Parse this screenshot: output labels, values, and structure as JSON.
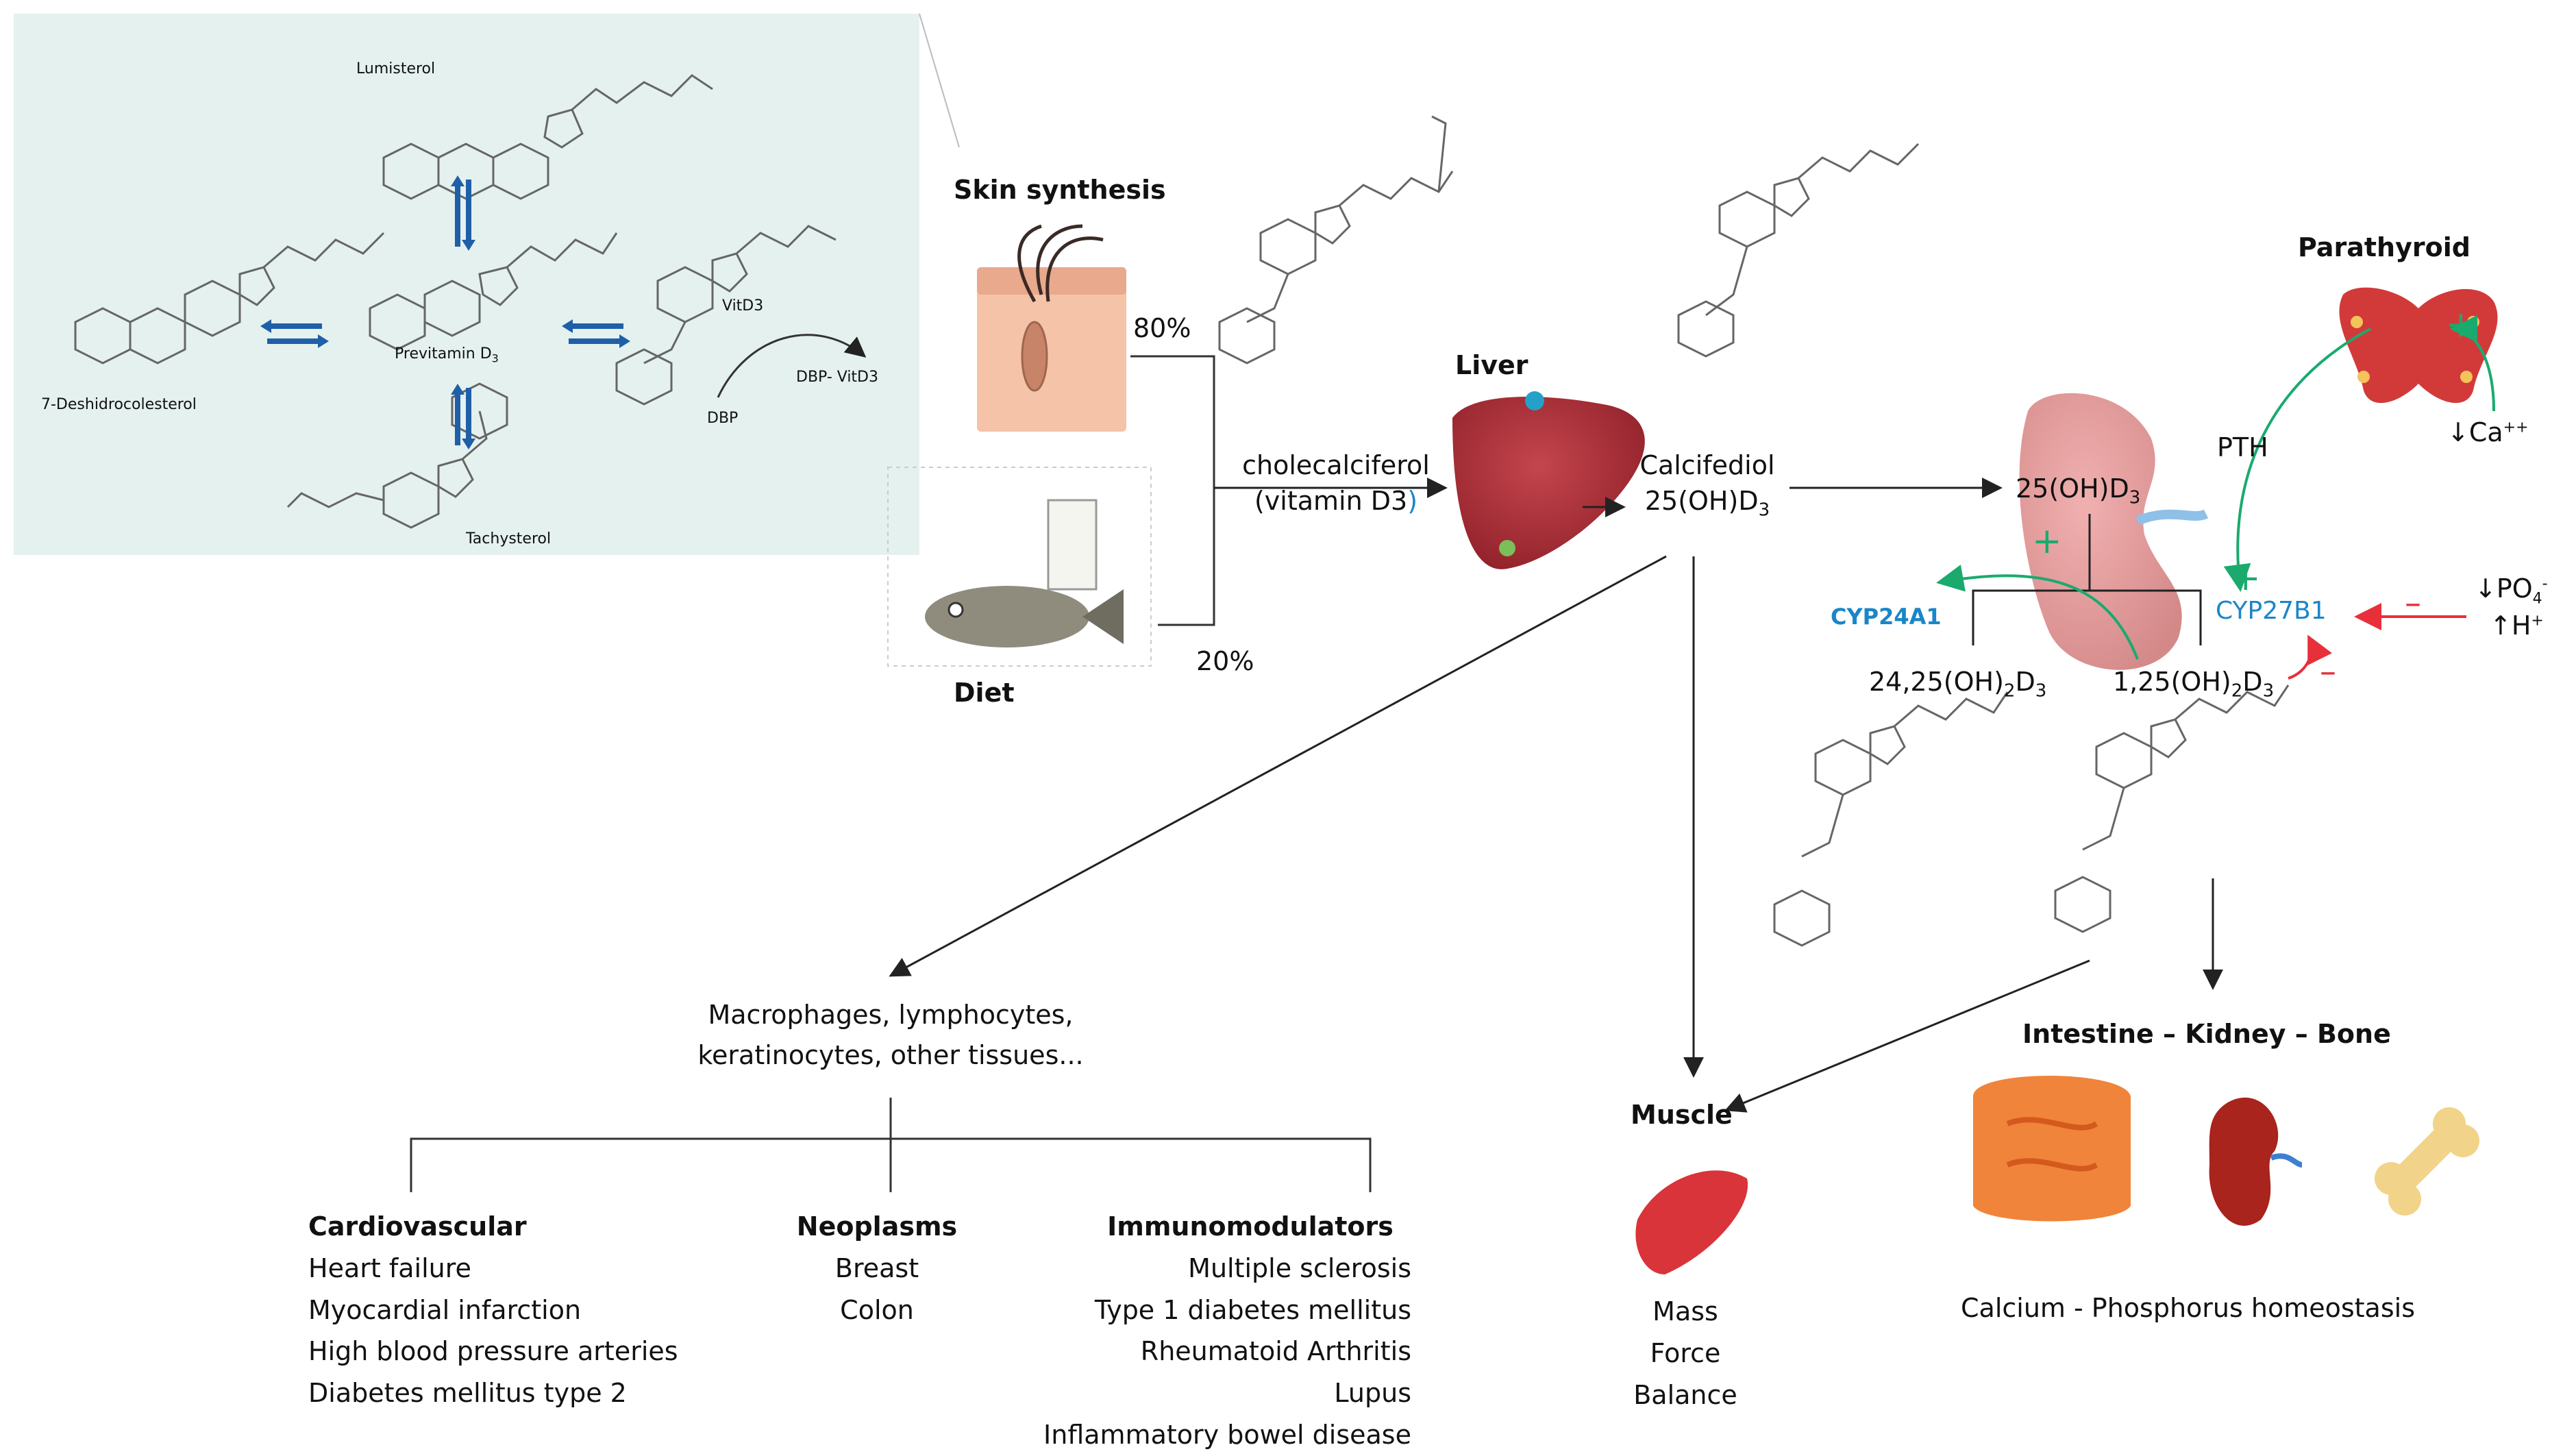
{
  "inset": {
    "lumisterol": "Lumisterol",
    "previtamin": "Previtamin D",
    "previtamin_sub": "3",
    "deshidrocolesterol": "7-Deshidrocolesterol",
    "vitd3": "VitD3",
    "dbp": "DBP",
    "dbp_vitd3": "DBP- VitD3",
    "tachysterol": "Tachysterol"
  },
  "skin": {
    "title": "Skin synthesis",
    "percent": "80%"
  },
  "diet": {
    "title": "Diet",
    "percent": "20%"
  },
  "cholecalciferol": {
    "line1": "cholecalciferol",
    "line2": "(vitamin D3"
  },
  "liver": {
    "title": "Liver"
  },
  "calcifediol": {
    "line1": "Calcifediol",
    "line2": "25(OH)D"
  },
  "kidney": {
    "label": "25(OH)D"
  },
  "parathyroid": {
    "title": "Parathyroid",
    "pth": "PTH",
    "ca": "↓Ca",
    "ca_sup": "++"
  },
  "enzymes": {
    "cyp24": "CYP24A1",
    "cyp27": "CYP27B1"
  },
  "ions": {
    "po4": "↓PO",
    "po4_sub": "4",
    "po4_sup": "-",
    "h": "↑H",
    "h_sup": "+"
  },
  "metabolites": {
    "m24": "24,25(OH)",
    "m1": "1,25(OH)"
  },
  "signs": {
    "plus": "+",
    "minus": "–"
  },
  "tissues": {
    "line1": "Macrophages, lymphocytes,",
    "line2": "keratinocytes, other tissues..."
  },
  "cardio": {
    "title": "Cardiovascular",
    "items": [
      "Heart failure",
      "Myocardial infarction",
      "High blood pressure arteries",
      "Diabetes mellitus  type 2"
    ]
  },
  "neoplasms": {
    "title": "Neoplasms",
    "items": [
      "Breast",
      "Colon"
    ]
  },
  "immuno": {
    "title": "Immunomodulators",
    "items": [
      "Multiple sclerosis",
      "Type 1 diabetes mellitus",
      "Rheumatoid  Arthritis",
      "Lupus",
      "Inflammatory bowel disease"
    ]
  },
  "muscle": {
    "title": "Muscle",
    "items": [
      "Mass",
      "Force",
      "Balance"
    ]
  },
  "ikb": {
    "title": "Intestine – Kidney – Bone",
    "caption": "Calcium - Phosphorus  homeostasis"
  },
  "colors": {
    "arrow": "#222222",
    "green": "#1aaa6e",
    "red": "#e8303a",
    "blue_text": "#1a86c8",
    "double_arrow": "#1f5fa8",
    "inset_bg": "#e4f1ef"
  }
}
